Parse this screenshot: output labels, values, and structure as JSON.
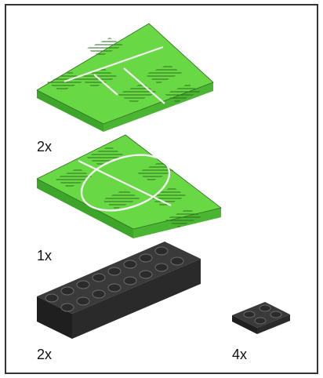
{
  "instruction_step": {
    "parts": [
      {
        "part": "green-field-tile-lines",
        "quantity": "2x",
        "color": "#5fcf3a"
      },
      {
        "part": "green-field-tile-center-circle",
        "quantity": "1x",
        "color": "#5fcf3a"
      },
      {
        "part": "black-brick-2x8",
        "quantity": "2x",
        "color": "#2b2b2b"
      },
      {
        "part": "black-plate-2x2",
        "quantity": "4x",
        "color": "#2b2b2b"
      }
    ]
  }
}
